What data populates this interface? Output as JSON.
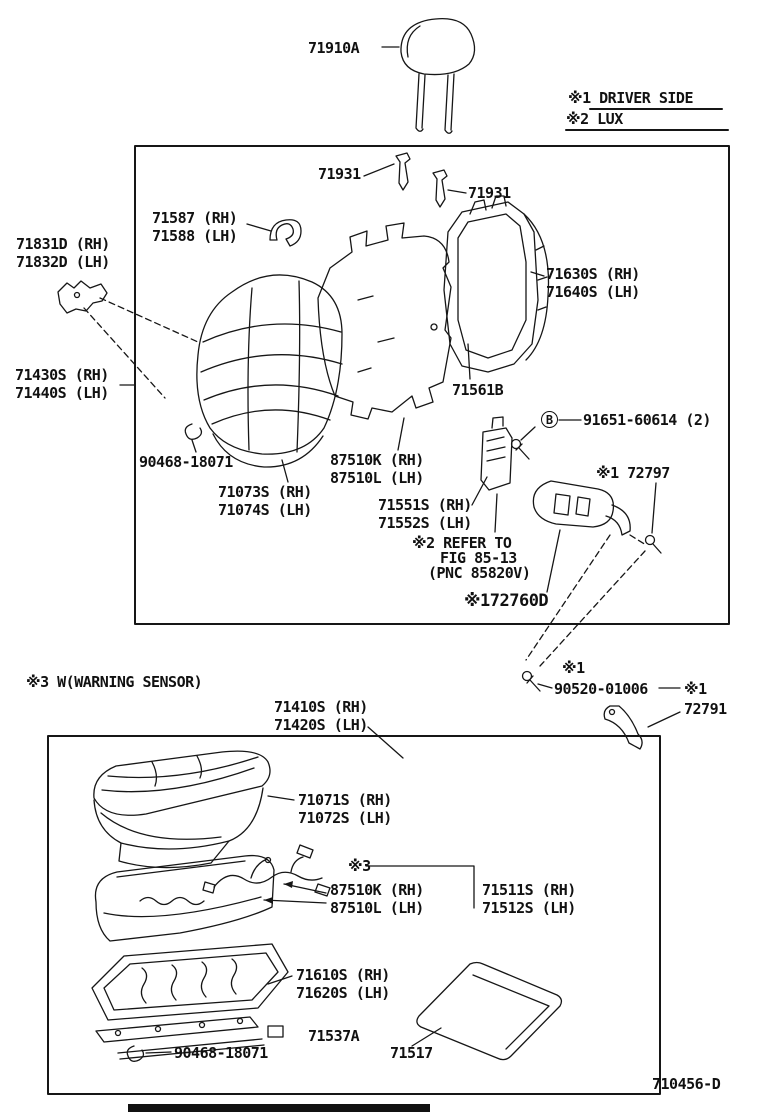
{
  "notes": {
    "n1": "※1 DRIVER SIDE",
    "n2": "※2 LUX",
    "n3": "※3 W(WARNING SENSOR)"
  },
  "headrest": {
    "part": "71910A"
  },
  "upper": {
    "pin_a": "71931",
    "pin_b": "71931",
    "hook_rh": "71587 (RH)",
    "hook_lh": "71588 (LH)",
    "hinge_rh": "71831D (RH)",
    "hinge_lh": "71832D (LH)",
    "frame_rh": "71630S (RH)",
    "frame_lh": "71640S (LH)",
    "back_rh": "71430S (RH)",
    "back_lh": "71440S (LH)",
    "board": "71561B",
    "bolt_marker": "B",
    "bolt": "91651-60614 (2)",
    "clip": "90468-18071",
    "pad_rh": "87510K (RH)",
    "pad_lh": "87510L (LH)",
    "lumbar_screw": "※1 72797",
    "cover_rh": "71073S (RH)",
    "cover_lh": "71074S (LH)",
    "unit_rh": "71551S (RH)",
    "unit_lh": "71552S (LH)",
    "refer_1": "※2 REFER TO",
    "refer_2": "FIG 85-13",
    "refer_3": "(PNC 85820V)",
    "lumbar": "※172760D"
  },
  "middle": {
    "mark_a": "※1",
    "screw": "90520-01006",
    "mark_b": "※1",
    "handle": "72791",
    "cushion_rh": "71410S (RH)",
    "cushion_lh": "71420S (LH)"
  },
  "lower": {
    "cover_rh": "71071S (RH)",
    "cover_lh": "71072S (LH)",
    "mark3": "※3",
    "harness_rh": "87510K (RH)",
    "harness_lh": "87510L (LH)",
    "spring_rh": "71511S (RH)",
    "spring_lh": "71512S (LH)",
    "frame_rh": "71610S (RH)",
    "frame_lh": "71620S (LH)",
    "clip_a": "71537A",
    "clip_b": "90468-18071",
    "panel": "71517"
  },
  "footer": {
    "drawing_code": "710456-D"
  }
}
